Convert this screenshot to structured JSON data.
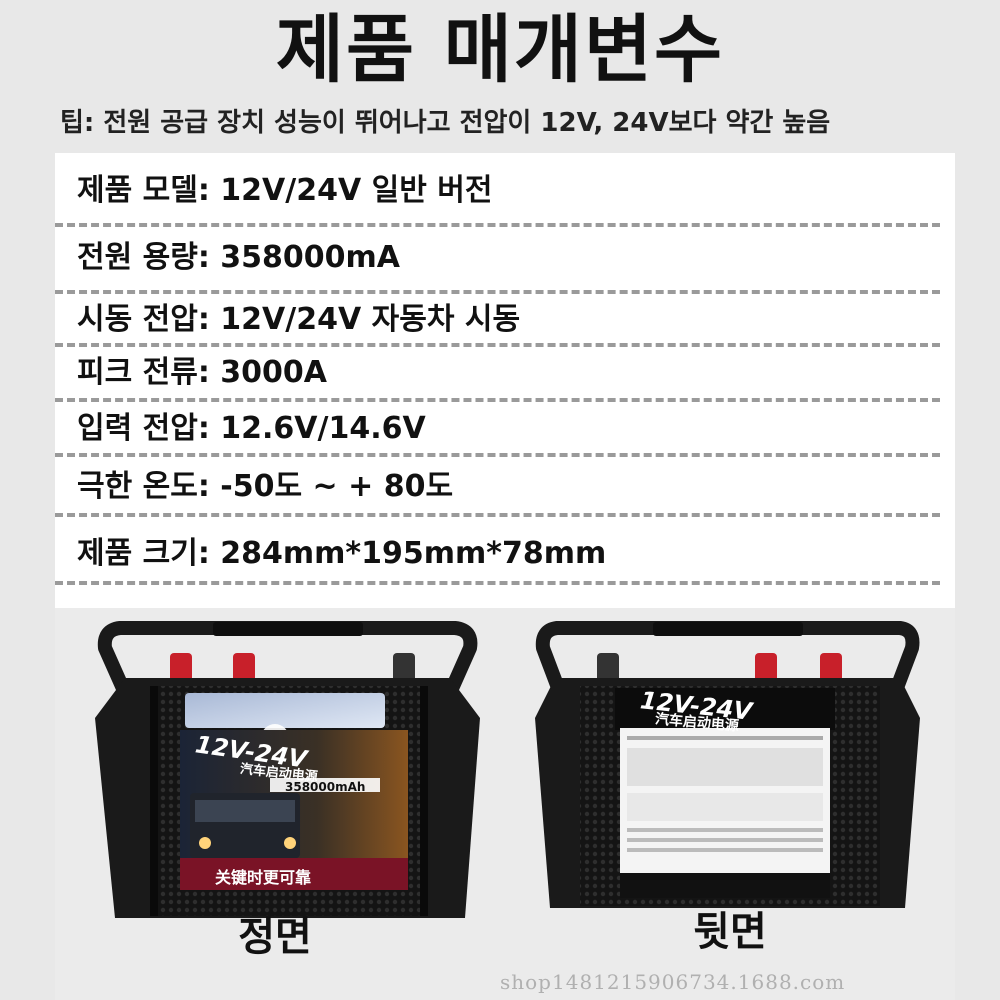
{
  "title": "제품 매개변수",
  "tip": "팁: 전원 공급 장치 성능이 뛰어나고 전압이 12V, 24V보다 약간 높음",
  "specs": [
    "제품 모델: 12V/24V 일반 버전",
    "전원 용량: 358000mA",
    "시동 전압: 12V/24V 자동차 시동",
    "피크 전류: 3000A",
    "입력 전압: 12.6V/14.6V",
    "극한 온도: -50도 ~ + 80도",
    "제품 크기: 284mm*195mm*78mm"
  ],
  "front": {
    "caption": "정면",
    "brand_text": "12V-24V",
    "product_text": "汽车启动电源",
    "capacity_text": "358000mAh",
    "slogan": "关键时更可靠"
  },
  "back": {
    "caption": "뒷면",
    "brand_text": "12V-24V",
    "product_text": "汽车启动电源"
  },
  "watermark": "shop1481215906734.1688.com",
  "colors": {
    "device_body": "#1a1a1a",
    "terminal_red": "#c8202a",
    "label_banner": "#8a1530"
  }
}
